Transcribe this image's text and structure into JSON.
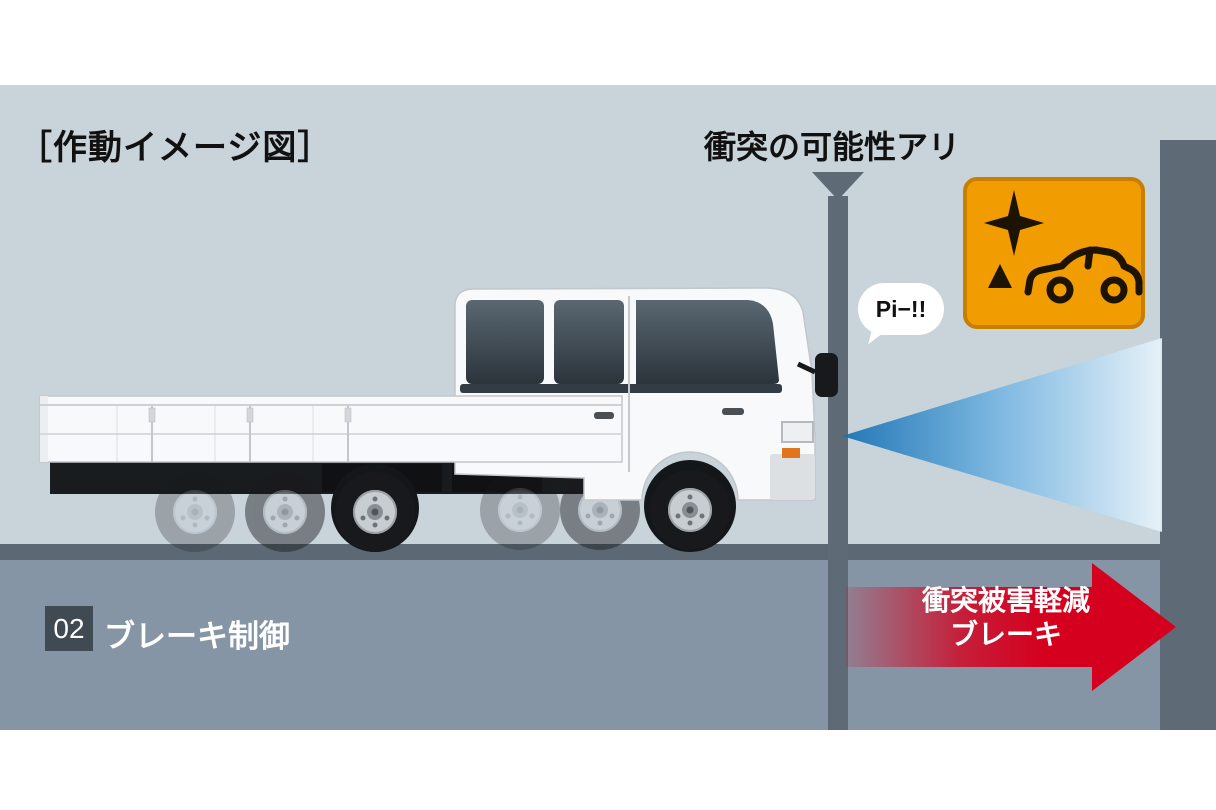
{
  "diagram": {
    "title": "［作動イメージ図］",
    "alert_label": "衝突の可能性アリ",
    "beep_text": "Pi−!!",
    "step_number": "02",
    "step_label": "ブレーキ制御",
    "arrow_label_line1": "衝突被害軽減",
    "arrow_label_line2": "ブレーキ"
  },
  "icons": {
    "collision_warning_lamp": "collision-warning-lamp-icon",
    "sensor_beam": "sensor-beam",
    "alert_marker": "down-triangle-marker",
    "speech_bubble": "speech-bubble"
  },
  "colors": {
    "scene_background": "#c9d3da",
    "lower_band": "#8695a5",
    "road": "#5c6974",
    "wall_and_pole": "#5e6b76",
    "brake_arrow_red": "#d5001e",
    "warning_lamp_orange": "#f19c00",
    "beam_blue": "#1470b4",
    "step_badge_bg": "#3f4a53",
    "truck_body": "#f8f9fa"
  }
}
